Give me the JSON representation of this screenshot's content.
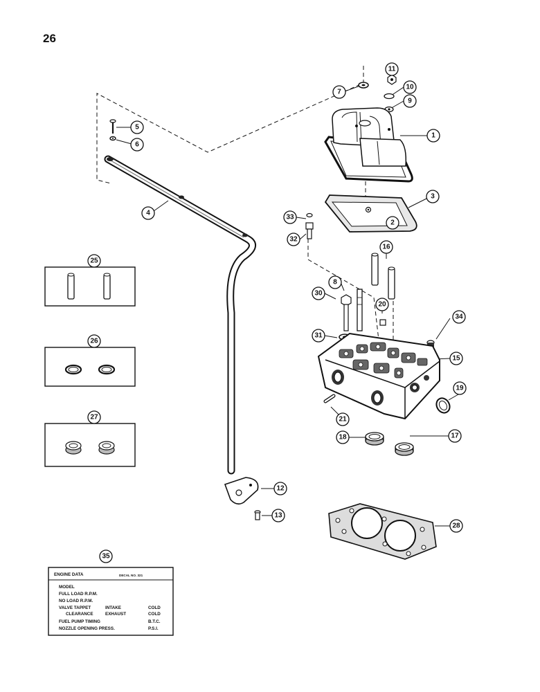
{
  "page": {
    "number": "26"
  },
  "callouts": {
    "c1": "1",
    "c2": "2",
    "c3": "3",
    "c4": "4",
    "c5": "5",
    "c6": "6",
    "c7": "7",
    "c8": "8",
    "c9": "9",
    "c10": "10",
    "c11": "11",
    "c12": "12",
    "c13": "13",
    "c15": "15",
    "c16": "16",
    "c17": "17",
    "c18": "18",
    "c19": "19",
    "c20": "20",
    "c21": "21",
    "c25": "25",
    "c26": "26",
    "c27": "27",
    "c28": "28",
    "c30": "30",
    "c31": "31",
    "c32": "32",
    "c33": "33",
    "c34": "34",
    "c35": "35"
  },
  "decal": {
    "title": "ENGINE DATA",
    "decal_no": "DECAL NO. 321",
    "model": "MODEL",
    "full_load": "FULL LOAD R.P.M.",
    "no_load": "NO LOAD R.P.M.",
    "valve_tappet": "VALVE TAPPET",
    "clearance": "CLEARANCE",
    "intake": "INTAKE",
    "exhaust": "EXHAUST",
    "cold1": "COLD",
    "cold2": "COLD",
    "fuel_pump": "FUEL PUMP TIMING",
    "btc": "B.T.C.",
    "nozzle": "NOZZLE OPENING PRESS.",
    "psi": "P.S.I."
  }
}
